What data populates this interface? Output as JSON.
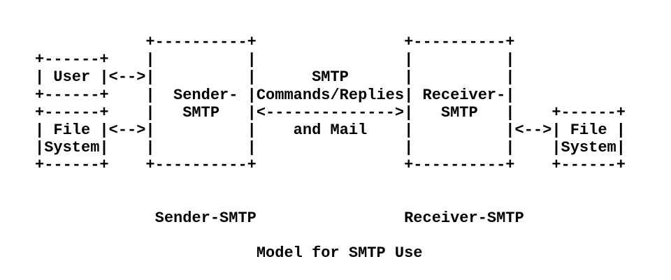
{
  "page": {
    "background_color": "#ffffff",
    "text_color": "#000000"
  },
  "diagram": {
    "kind": "ascii-art",
    "title": "Model for SMTP Use",
    "caption_labels": {
      "sender": "Sender-SMTP",
      "receiver": "Receiver-SMTP"
    },
    "boxes": [
      "User",
      "File System",
      "Sender-SMTP",
      "Receiver-SMTP",
      "File System"
    ],
    "channel_text": [
      "SMTP",
      "Commands/Replies",
      "and Mail"
    ],
    "connectors": [
      "<-->",
      "<-------------->",
      "<-->"
    ],
    "lines": [
      "            +----------+                +----------+",
      "+------+    |          |                |          |",
      "| User |<-->|          |      SMTP      |          |",
      "+------+    |  Sender- |Commands/Replies| Receiver-|",
      "+------+    |   SMTP   |<-------------->|   SMTP   |    +------+",
      "| File |<-->|          |    and Mail    |          |<-->| File |",
      "|System|    |          |                |          |    |System|",
      "+------+    +----------+                +----------+    +------+",
      "",
      "",
      "             Sender-SMTP                Receiver-SMTP",
      "",
      "                        Model for SMTP Use"
    ]
  }
}
